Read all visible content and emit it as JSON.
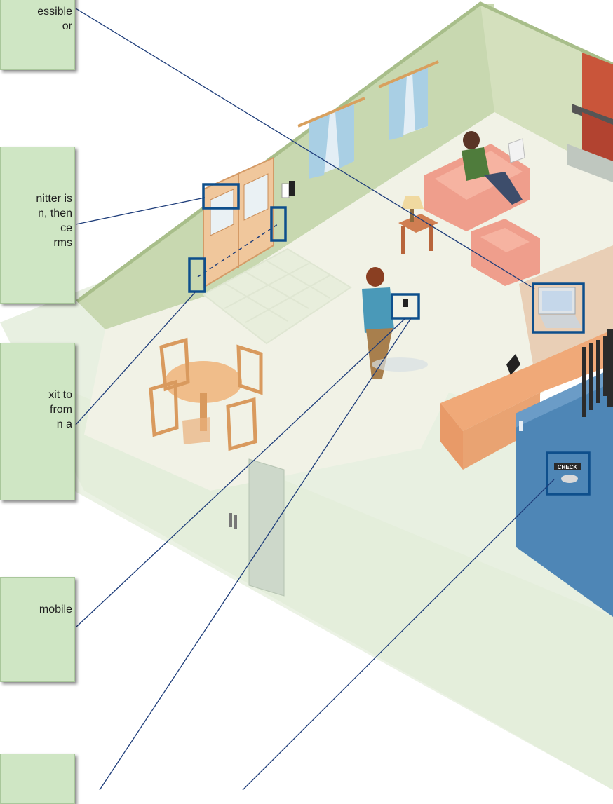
{
  "callouts": [
    {
      "lines": [
        "essible",
        "or"
      ]
    },
    {
      "lines": [
        "nitter is",
        "n, then",
        "ce",
        "rms"
      ]
    },
    {
      "lines": [
        "xit to",
        "from",
        "n a"
      ]
    },
    {
      "lines": [
        "mobile"
      ]
    },
    {
      "lines": []
    }
  ],
  "scene": {
    "check_label": "CHECK"
  },
  "colors": {
    "callout_bg": "#cfe6c4",
    "leader_line": "#1e3d7a",
    "highlight_box": "#0e4f8c",
    "nurse_station": "#4e86b6",
    "wall": "#c9d9b3",
    "floor": "#eef0e4",
    "fireplace": "#c9553a"
  }
}
